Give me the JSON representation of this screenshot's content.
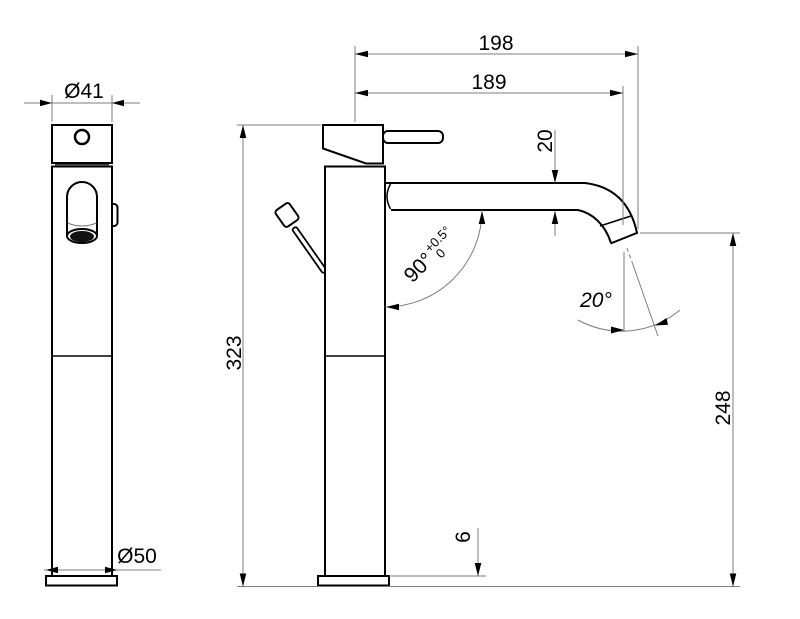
{
  "drawing": {
    "background": "#ffffff",
    "colors": {
      "outline": "#000000",
      "dimension_lines": "#7d7d7d",
      "arrows": "#000000",
      "text": "#000000",
      "outlet_fill": "#111111"
    },
    "dimensions": {
      "top_diameter": "Ø41",
      "base_diameter": "Ø50",
      "overall_reach": "198",
      "outlet_reach": "189",
      "spout_tube_height": "20",
      "total_height": "323",
      "outlet_height": "248",
      "base_plate_thickness": "6",
      "spout_angle": "90°",
      "spout_angle_tolerance_upper": "+0.5°",
      "spout_angle_tolerance_lower": "0",
      "outlet_angle": "20°"
    }
  }
}
